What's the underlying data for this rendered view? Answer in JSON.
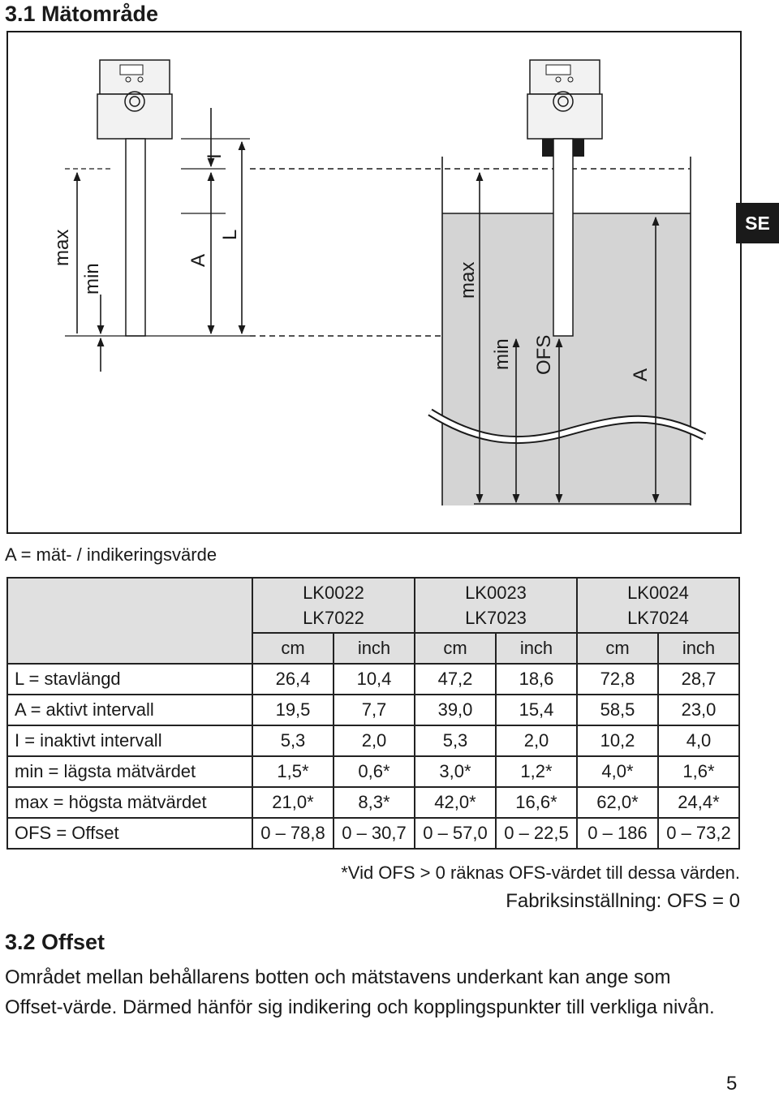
{
  "section1": {
    "title": "3.1  Mätområde"
  },
  "tab": {
    "label": "SE"
  },
  "figure": {
    "left_labels": {
      "max": "max",
      "min": "min",
      "A": "A",
      "I": "I",
      "L": "L"
    },
    "right_labels": {
      "max": "max",
      "min": "min",
      "OFS": "OFS",
      "A": "A"
    }
  },
  "legend_A": "A = mät- / indikeringsvärde",
  "table": {
    "models": [
      {
        "line1": "LK0022",
        "line2": "LK7022"
      },
      {
        "line1": "LK0023",
        "line2": "LK7023"
      },
      {
        "line1": "LK0024",
        "line2": "LK7024"
      }
    ],
    "units": [
      "cm",
      "inch",
      "cm",
      "inch",
      "cm",
      "inch"
    ],
    "rows": [
      {
        "label": "L = stavlängd",
        "values": [
          "26,4",
          "10,4",
          "47,2",
          "18,6",
          "72,8",
          "28,7"
        ]
      },
      {
        "label": "A = aktivt intervall",
        "values": [
          "19,5",
          "7,7",
          "39,0",
          "15,4",
          "58,5",
          "23,0"
        ]
      },
      {
        "label": "I = inaktivt intervall",
        "values": [
          "5,3",
          "2,0",
          "5,3",
          "2,0",
          "10,2",
          "4,0"
        ]
      },
      {
        "label": "min = lägsta mätvärdet",
        "values": [
          "1,5*",
          "0,6*",
          "3,0*",
          "1,2*",
          "4,0*",
          "1,6*"
        ]
      },
      {
        "label": "max = högsta mätvärdet",
        "values": [
          "21,0*",
          "8,3*",
          "42,0*",
          "16,6*",
          "62,0*",
          "24,4*"
        ]
      },
      {
        "label": "OFS = Offset",
        "values": [
          "0 – 78,8",
          "0 – 30,7",
          "0 – 57,0",
          "0 – 22,5",
          "0 – 186",
          "0 – 73,2"
        ]
      }
    ]
  },
  "notes": {
    "footnote": "*Vid OFS > 0 räknas OFS-värdet till dessa värden.",
    "factory": "Fabriksinställning: OFS = 0"
  },
  "section2": {
    "title": "3.2  Offset",
    "line1": "Området mellan behållarens botten och mätstavens underkant kan ange som",
    "line2": "Offset-värde. Därmed hänför sig indikering och kopplingspunkter till verkliga nivån."
  },
  "page_number": "5"
}
